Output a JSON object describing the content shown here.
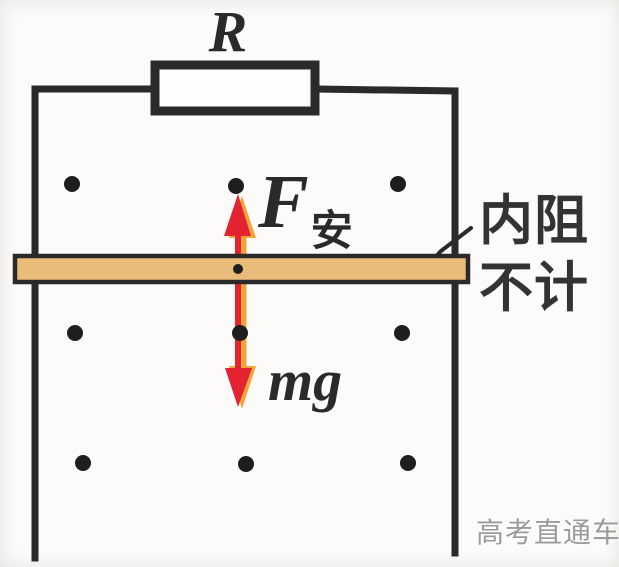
{
  "diagram": {
    "type": "physics-circuit-diagram",
    "description_visible_text_only": true,
    "labels": {
      "resistor": "R",
      "force_up_main": "F",
      "force_up_sub": "安",
      "force_down": "mg",
      "annotation_line1": "内阻",
      "annotation_line2": "不计",
      "watermark": "高考直通车"
    }
  },
  "colors": {
    "ink": "#2a2a28",
    "paper": "#fdfdfc",
    "background": "#fcfbf9",
    "bar_fill": "#e9bc7a",
    "arrow_red": "#e32330",
    "arrow_orange": "#f2a43c",
    "dot": "#1e1e1e",
    "annotation_text": "#333333",
    "watermark_text": "#9b9b9b"
  }
}
